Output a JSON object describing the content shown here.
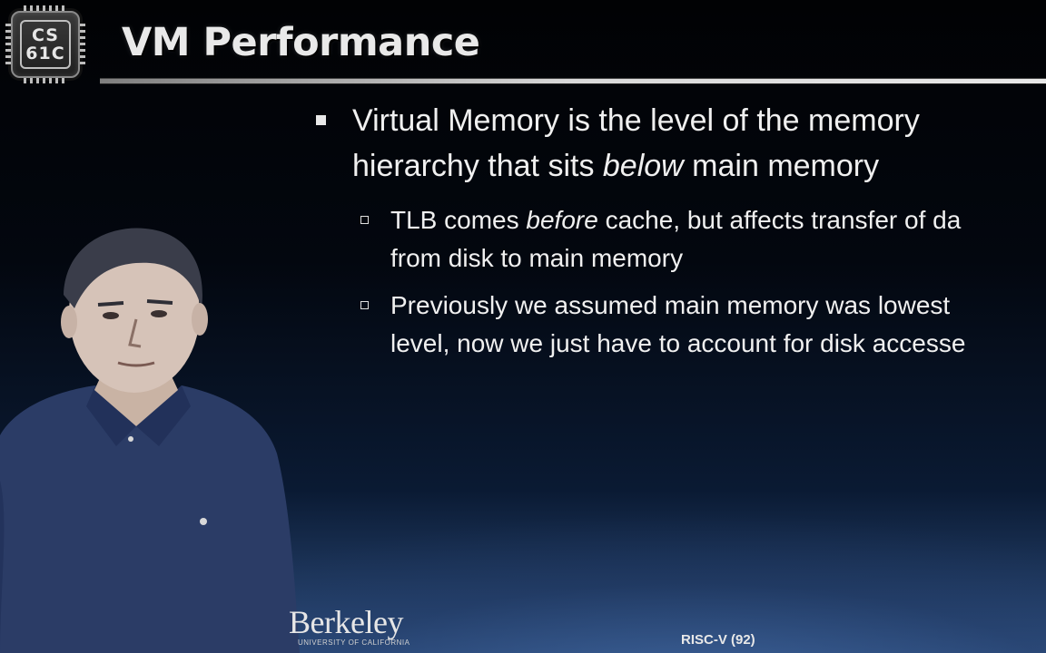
{
  "logo": {
    "line1": "CS",
    "line2": "61C"
  },
  "slide": {
    "title": "VM Performance",
    "bullet_main": {
      "part1": "Virtual Memory is the level of the memory",
      "part2_before": "hierarchy that sits ",
      "part2_em": "below",
      "part2_after": " main memory"
    },
    "sub_bullets": [
      {
        "line1_before": "TLB comes ",
        "line1_em": "before",
        "line1_after": " cache, but affects transfer of da",
        "line2": "from disk to main memory"
      },
      {
        "line1": "Previously we assumed main memory was lowest",
        "line2": "level, now we just have to account for disk accesse"
      }
    ]
  },
  "footer": {
    "brand": "Berkeley",
    "brand_sub": "UNIVERSITY OF CALIFORNIA",
    "tag": "RISC-V (92)"
  },
  "colors": {
    "text": "#f0f0f0",
    "background_top": "#010204",
    "background_bottom": "#2e4e7e",
    "shirt": "#2d3f6b"
  },
  "icons": {
    "presenter": "presenter-figure"
  }
}
